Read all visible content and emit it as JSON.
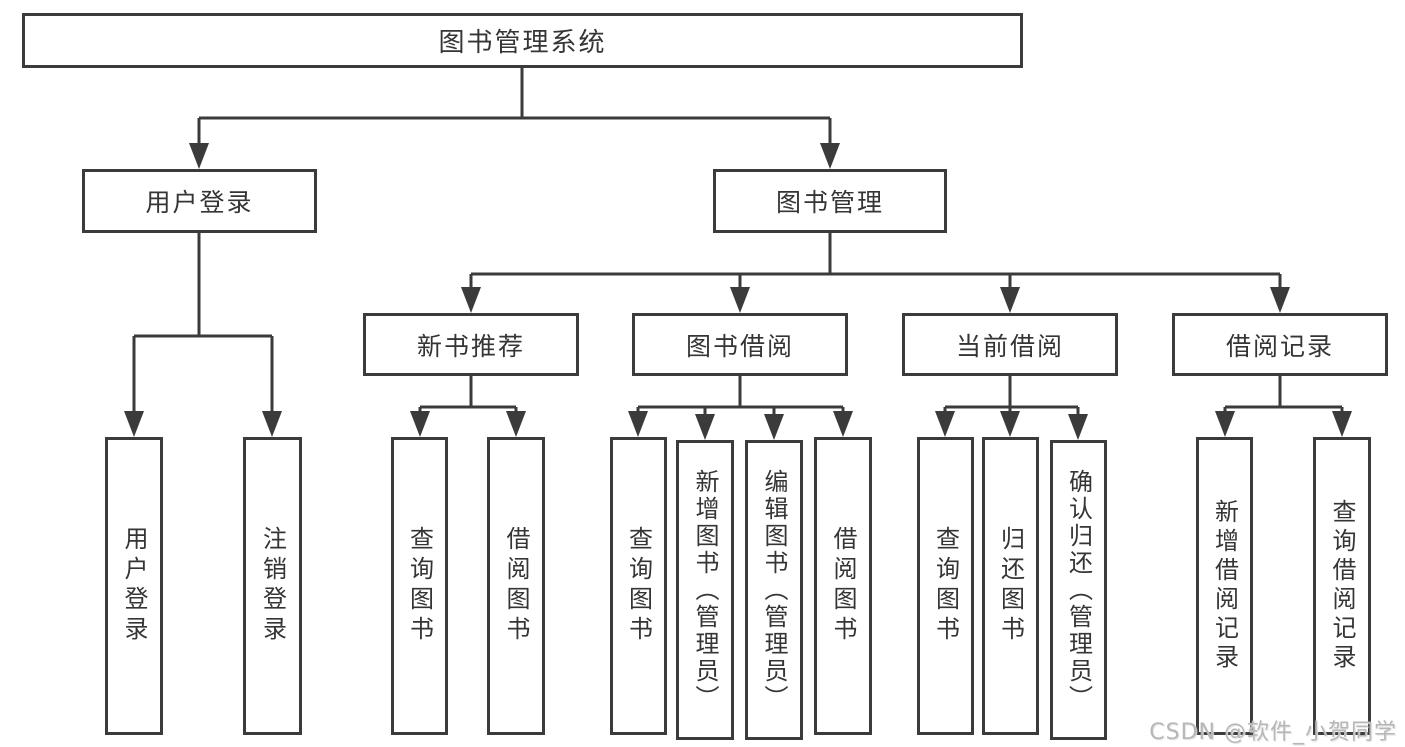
{
  "root": {
    "label": "图书管理系统"
  },
  "level2": {
    "user_login": {
      "label": "用户登录"
    },
    "book_management": {
      "label": "图书管理"
    }
  },
  "level3": {
    "new_book_recommend": {
      "label": "新书推荐"
    },
    "book_borrowing": {
      "label": "图书借阅"
    },
    "current_borrowing": {
      "label": "当前借阅"
    },
    "borrowing_records": {
      "label": "借阅记录"
    }
  },
  "leaves": {
    "user_login": {
      "label": "用户登录"
    },
    "logout_login": {
      "label": "注销登录"
    },
    "recommend_query_books": {
      "label": "查询图书"
    },
    "recommend_borrow_books": {
      "label": "借阅图书"
    },
    "borrowing_query_books": {
      "label": "查询图书"
    },
    "borrowing_add_books_admin": {
      "label": "新增图书（管理员）"
    },
    "borrowing_edit_books_admin": {
      "label": "编辑图书（管理员）"
    },
    "borrowing_borrow_books": {
      "label": "借阅图书"
    },
    "current_query_books": {
      "label": "查询图书"
    },
    "current_return_books": {
      "label": "归还图书"
    },
    "current_confirm_return_admin": {
      "label": "确认归还（管理员）"
    },
    "records_add_record": {
      "label": "新增借阅记录"
    },
    "records_query_record": {
      "label": "查询借阅记录"
    }
  },
  "watermark": {
    "label": "CSDN @软件_小贺同学"
  },
  "colors": {
    "line": "#3b3b3b",
    "text": "#353535",
    "background": "#ffffff",
    "watermark": "#b7b7b7"
  }
}
